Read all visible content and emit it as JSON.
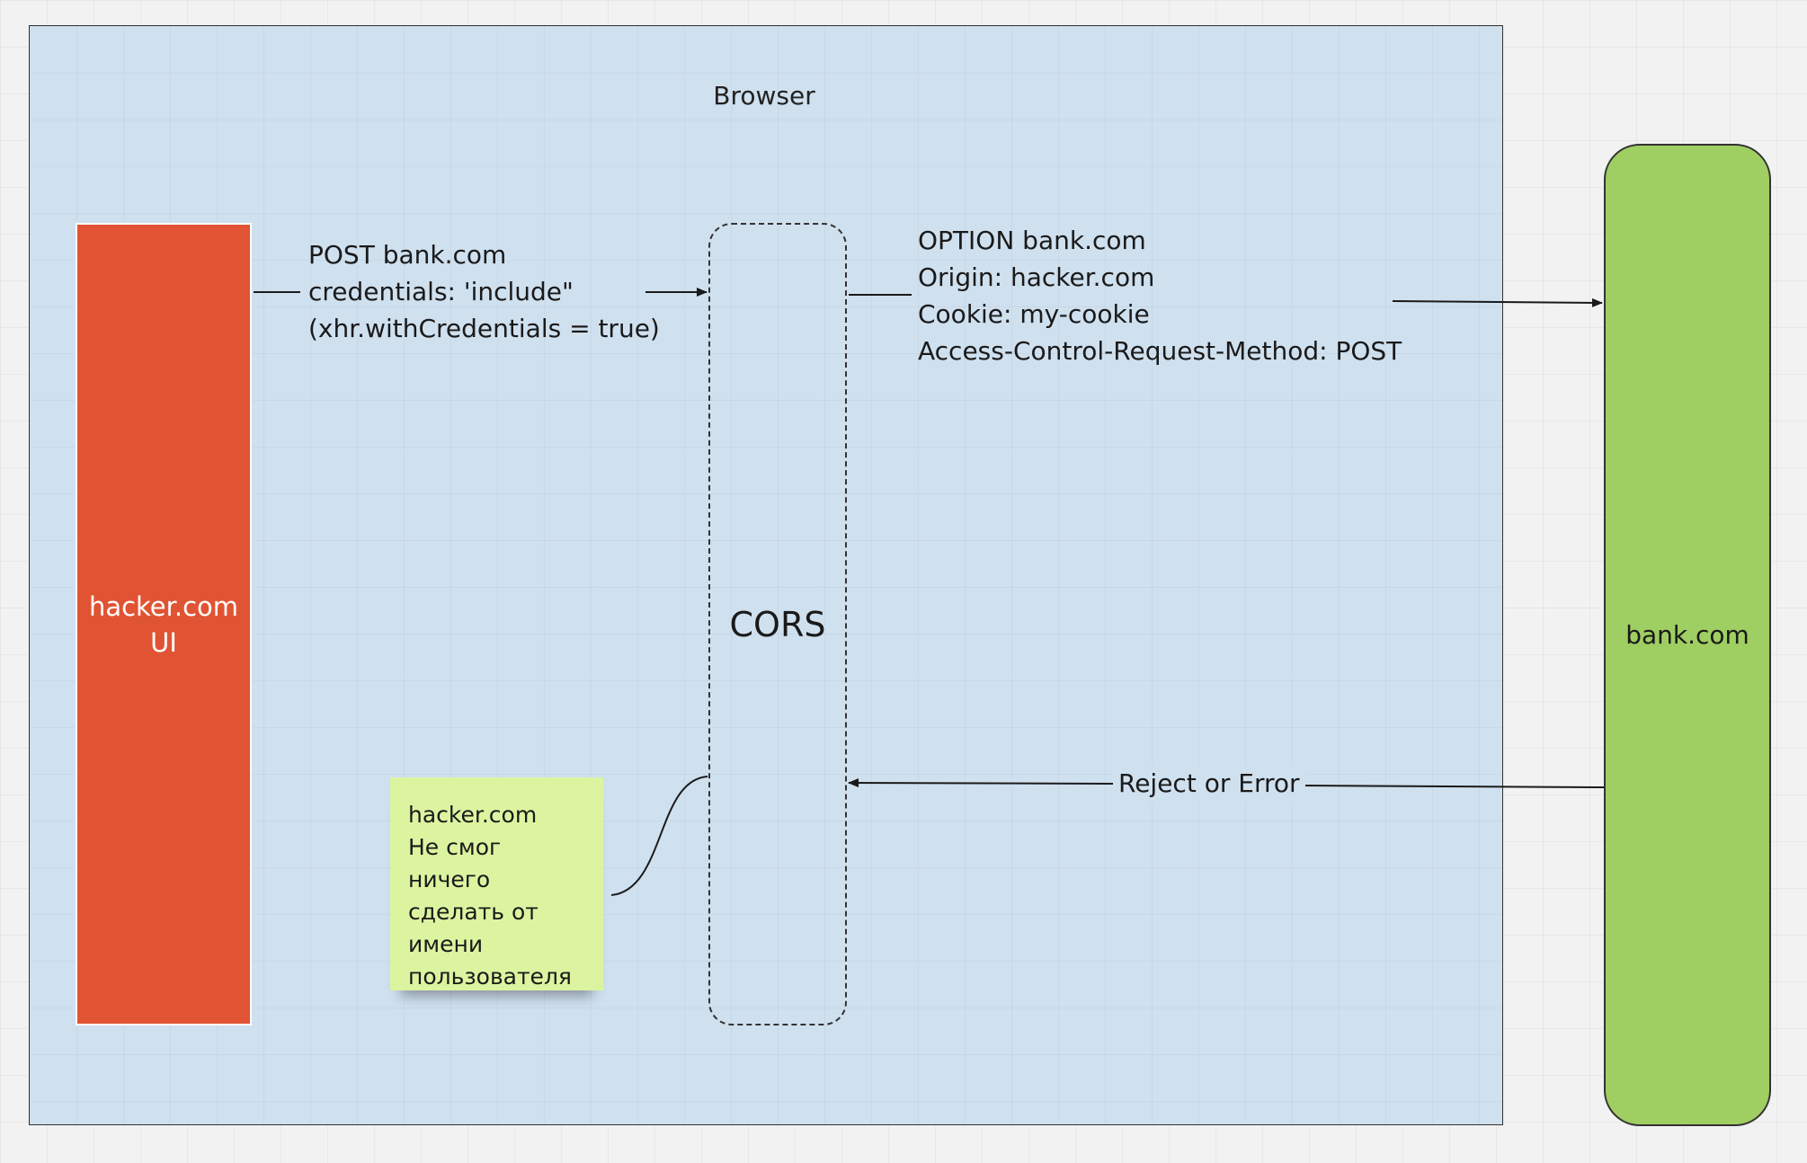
{
  "browser": {
    "title": "Browser"
  },
  "hacker_client": {
    "label": "hacker.com\nUI"
  },
  "cors": {
    "label": "CORS"
  },
  "bank_server": {
    "label": "bank.com"
  },
  "post_request": {
    "text": "POST bank.com\ncredentials: 'include\"\n(xhr.withCredentials = true)"
  },
  "preflight_request": {
    "text": "OPTION bank.com\nOrigin: hacker.com\nCookie: my-cookie\nAccess-Control-Request-Method: POST"
  },
  "response": {
    "label": "Reject or Error"
  },
  "sticky_note": {
    "text": "hacker.com\nНе смог ничего\nсделать от\nимени\nпользователя"
  },
  "colors": {
    "browser_bg": "#cfe0ef",
    "hacker_block": "#e05433",
    "bank_block": "#9fce62",
    "sticky_note": "#dcf4a0",
    "canvas": "#f2f2f2"
  }
}
